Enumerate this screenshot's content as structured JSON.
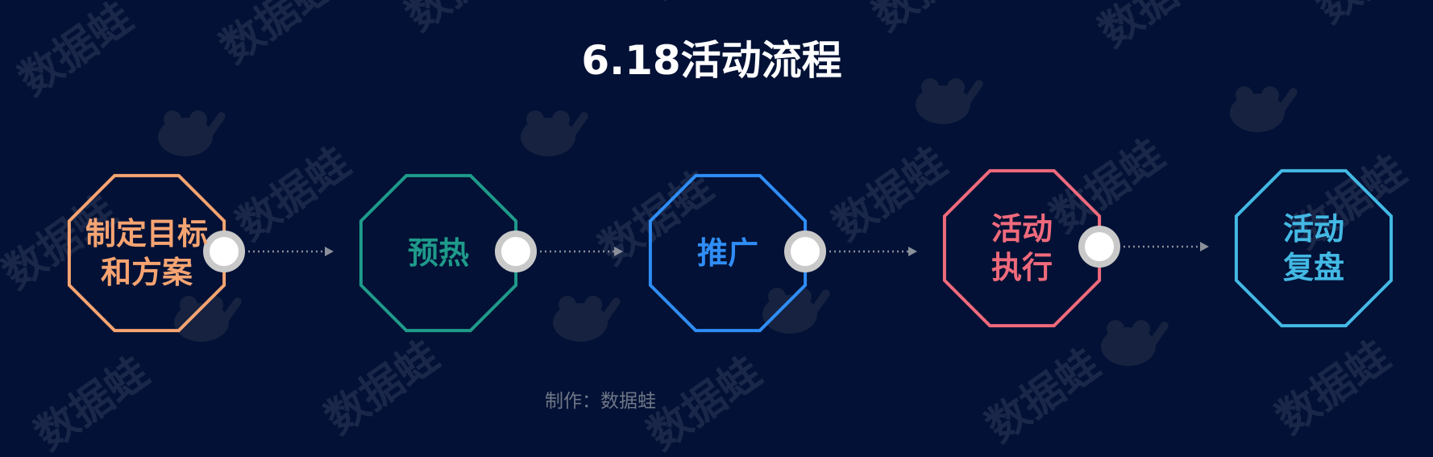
{
  "title": "6.18活动流程",
  "credit": "制作：数据蛙",
  "watermark": "数据蛙",
  "steps": [
    {
      "lines": [
        "制定目标",
        "和方案"
      ],
      "color": "#f7a472"
    },
    {
      "lines": [
        "预热"
      ],
      "color": "#1f9a8a"
    },
    {
      "lines": [
        "推广"
      ],
      "color": "#2f8df5"
    },
    {
      "lines": [
        "活动",
        "执行"
      ],
      "color": "#f06a7c"
    },
    {
      "lines": [
        "活动",
        "复盘"
      ],
      "color": "#43b9e4"
    }
  ],
  "connector_color": "#8a8f99",
  "node_color": "#c9c9c9"
}
